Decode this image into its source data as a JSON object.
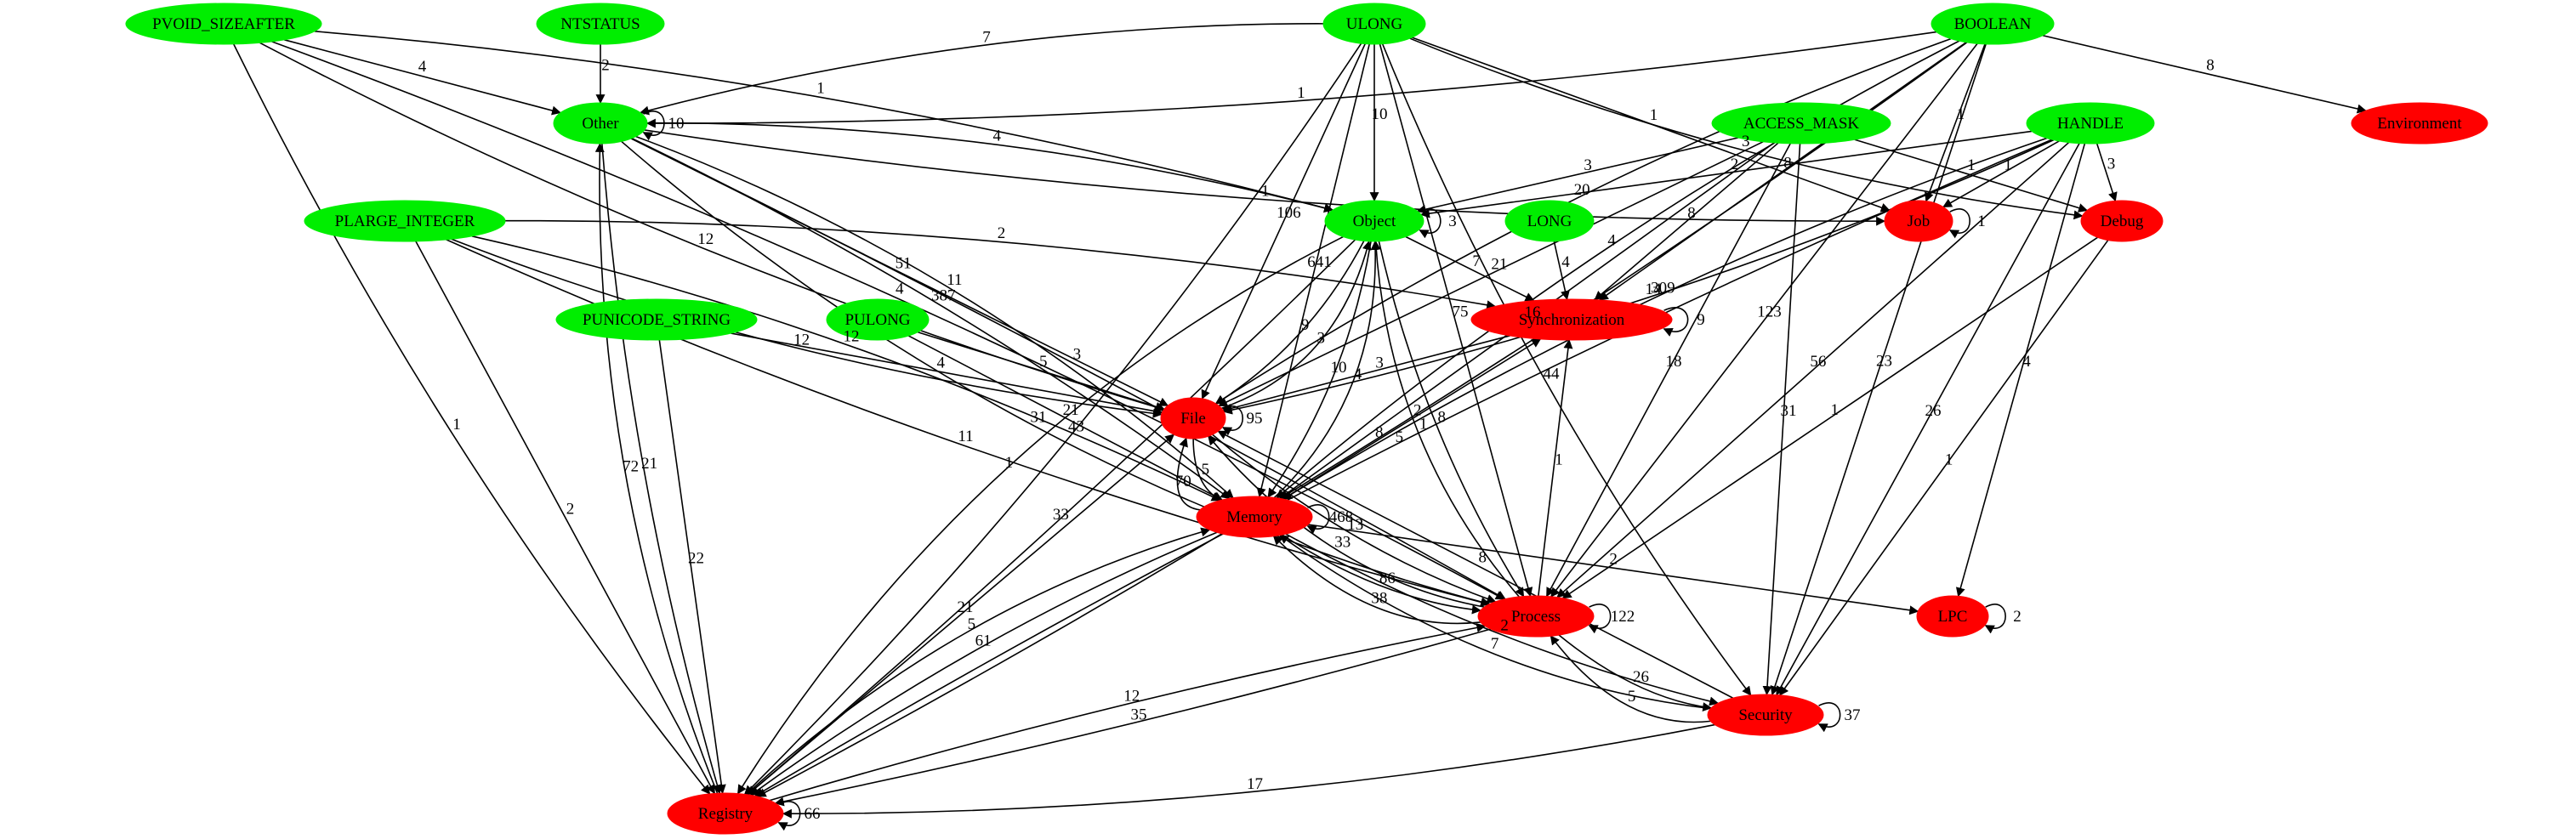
{
  "graph": {
    "colors": {
      "type_node": "#00ee00",
      "category_node": "#ff0000",
      "edge": "#000000"
    },
    "nodes": [
      {
        "id": "PVOID_SIZEAFTER",
        "label": "PVOID_SIZEAFTER",
        "kind": "type"
      },
      {
        "id": "NTSTATUS",
        "label": "NTSTATUS",
        "kind": "type"
      },
      {
        "id": "ULONG",
        "label": "ULONG",
        "kind": "type"
      },
      {
        "id": "BOOLEAN",
        "label": "BOOLEAN",
        "kind": "type"
      },
      {
        "id": "Other",
        "label": "Other",
        "kind": "type"
      },
      {
        "id": "Environment",
        "label": "Environment",
        "kind": "category"
      },
      {
        "id": "ACCESS_MASK",
        "label": "ACCESS_MASK",
        "kind": "type"
      },
      {
        "id": "HANDLE",
        "label": "HANDLE",
        "kind": "type"
      },
      {
        "id": "PLARGE_INTEGER",
        "label": "PLARGE_INTEGER",
        "kind": "type"
      },
      {
        "id": "Object",
        "label": "Object",
        "kind": "type"
      },
      {
        "id": "LONG",
        "label": "LONG",
        "kind": "type"
      },
      {
        "id": "Job",
        "label": "Job",
        "kind": "category"
      },
      {
        "id": "Debug",
        "label": "Debug",
        "kind": "category"
      },
      {
        "id": "PUNICODE_STRING",
        "label": "PUNICODE_STRING",
        "kind": "type"
      },
      {
        "id": "PULONG",
        "label": "PULONG",
        "kind": "type"
      },
      {
        "id": "Synchronization",
        "label": "Synchronization",
        "kind": "category"
      },
      {
        "id": "File",
        "label": "File",
        "kind": "category"
      },
      {
        "id": "Memory",
        "label": "Memory",
        "kind": "category"
      },
      {
        "id": "Process",
        "label": "Process",
        "kind": "category"
      },
      {
        "id": "LPC",
        "label": "LPC",
        "kind": "category"
      },
      {
        "id": "Security",
        "label": "Security",
        "kind": "category"
      },
      {
        "id": "Registry",
        "label": "Registry",
        "kind": "category"
      }
    ],
    "edges": [
      {
        "from": "PVOID_SIZEAFTER",
        "to": "Other",
        "label": "4"
      },
      {
        "from": "PVOID_SIZEAFTER",
        "to": "Object",
        "label": "1"
      },
      {
        "from": "PVOID_SIZEAFTER",
        "to": "File",
        "label": "12"
      },
      {
        "from": "PVOID_SIZEAFTER",
        "to": "Process",
        "label": "4"
      },
      {
        "from": "PVOID_SIZEAFTER",
        "to": "Registry",
        "label": "1"
      },
      {
        "from": "NTSTATUS",
        "to": "Other",
        "label": "2"
      },
      {
        "from": "ULONG",
        "to": "Other",
        "label": "7"
      },
      {
        "from": "ULONG",
        "to": "Object",
        "label": "10"
      },
      {
        "from": "ULONG",
        "to": "File",
        "label": "106"
      },
      {
        "from": "ULONG",
        "to": "Memory",
        "label": "641"
      },
      {
        "from": "ULONG",
        "to": "Process",
        "label": "75"
      },
      {
        "from": "ULONG",
        "to": "Job",
        "label": "1"
      },
      {
        "from": "ULONG",
        "to": "Debug",
        "label": "3"
      },
      {
        "from": "ULONG",
        "to": "Registry",
        "label": "43"
      },
      {
        "from": "ULONG",
        "to": "Security",
        "label": "44"
      },
      {
        "from": "BOOLEAN",
        "to": "Other",
        "label": "1"
      },
      {
        "from": "BOOLEAN",
        "to": "Environment",
        "label": "8"
      },
      {
        "from": "BOOLEAN",
        "to": "Job",
        "label": "1"
      },
      {
        "from": "BOOLEAN",
        "to": "File",
        "label": "20"
      },
      {
        "from": "BOOLEAN",
        "to": "Synchronization",
        "label": "8"
      },
      {
        "from": "BOOLEAN",
        "to": "Memory",
        "label": "4"
      },
      {
        "from": "BOOLEAN",
        "to": "Process",
        "label": "123"
      },
      {
        "from": "BOOLEAN",
        "to": "Security",
        "label": "23"
      },
      {
        "from": "BOOLEAN",
        "to": "Registry",
        "label": "8"
      },
      {
        "from": "Other",
        "to": "Other",
        "label": "10"
      },
      {
        "from": "Other",
        "to": "Object",
        "label": "4"
      },
      {
        "from": "Other",
        "to": "Job",
        "label": "1"
      },
      {
        "from": "Other",
        "to": "File",
        "label": "51"
      },
      {
        "from": "Other",
        "to": "Memory",
        "label": "387"
      },
      {
        "from": "Other",
        "to": "Process",
        "label": "3"
      },
      {
        "from": "Other",
        "to": "Process",
        "label": "31"
      },
      {
        "from": "Other",
        "to": "Memory",
        "label": "11"
      },
      {
        "from": "Other",
        "to": "Registry",
        "label": "21"
      },
      {
        "from": "ACCESS_MASK",
        "to": "Object",
        "label": "3"
      },
      {
        "from": "ACCESS_MASK",
        "to": "File",
        "label": "21"
      },
      {
        "from": "ACCESS_MASK",
        "to": "Synchronization",
        "label": "8"
      },
      {
        "from": "ACCESS_MASK",
        "to": "Memory",
        "label": "16"
      },
      {
        "from": "ACCESS_MASK",
        "to": "Process",
        "label": "18"
      },
      {
        "from": "ACCESS_MASK",
        "to": "Debug",
        "label": "1"
      },
      {
        "from": "ACCESS_MASK",
        "to": "Security",
        "label": "31"
      },
      {
        "from": "HANDLE",
        "to": "Object",
        "label": "2"
      },
      {
        "from": "HANDLE",
        "to": "Job",
        "label": "1"
      },
      {
        "from": "HANDLE",
        "to": "Debug",
        "label": "3"
      },
      {
        "from": "HANDLE",
        "to": "File",
        "label": "14"
      },
      {
        "from": "HANDLE",
        "to": "Memory",
        "label": "309"
      },
      {
        "from": "HANDLE",
        "to": "Process",
        "label": "56"
      },
      {
        "from": "HANDLE",
        "to": "LPC",
        "label": "4"
      },
      {
        "from": "HANDLE",
        "to": "Security",
        "label": "26"
      },
      {
        "from": "HANDLE",
        "to": "Registry",
        "label": "5"
      },
      {
        "from": "PLARGE_INTEGER",
        "to": "Synchronization",
        "label": "2"
      },
      {
        "from": "PLARGE_INTEGER",
        "to": "File",
        "label": "12"
      },
      {
        "from": "PLARGE_INTEGER",
        "to": "Memory",
        "label": "12"
      },
      {
        "from": "PLARGE_INTEGER",
        "to": "Process",
        "label": "11"
      },
      {
        "from": "PLARGE_INTEGER",
        "to": "Registry",
        "label": "2"
      },
      {
        "from": "Object",
        "to": "Object",
        "label": "3"
      },
      {
        "from": "Object",
        "to": "Synchronization",
        "label": "7"
      },
      {
        "from": "Object",
        "to": "File",
        "label": "9"
      },
      {
        "from": "Object",
        "to": "Memory",
        "label": "10"
      },
      {
        "from": "Object",
        "to": "Process",
        "label": "8"
      },
      {
        "from": "Object",
        "to": "Registry",
        "label": "33"
      },
      {
        "from": "Object",
        "to": "Registry",
        "label": "1"
      },
      {
        "from": "File",
        "to": "Object",
        "label": "3"
      },
      {
        "from": "Memory",
        "to": "Object",
        "label": "4"
      },
      {
        "from": "Process",
        "to": "Object",
        "label": "1"
      },
      {
        "from": "LONG",
        "to": "Synchronization",
        "label": "4"
      },
      {
        "from": "Job",
        "to": "Job",
        "label": "1"
      },
      {
        "from": "Debug",
        "to": "Process",
        "label": "1"
      },
      {
        "from": "Debug",
        "to": "Security",
        "label": "1"
      },
      {
        "from": "PUNICODE_STRING",
        "to": "File",
        "label": "4"
      },
      {
        "from": "PUNICODE_STRING",
        "to": "Registry",
        "label": "22"
      },
      {
        "from": "PULONG",
        "to": "File",
        "label": "5"
      },
      {
        "from": "PULONG",
        "to": "Memory",
        "label": "21"
      },
      {
        "from": "Synchronization",
        "to": "Synchronization",
        "label": "9"
      },
      {
        "from": "Synchronization",
        "to": "File",
        "label": "3"
      },
      {
        "from": "Memory",
        "to": "Synchronization",
        "label": "2"
      },
      {
        "from": "Process",
        "to": "Synchronization",
        "label": "1"
      },
      {
        "from": "File",
        "to": "File",
        "label": "95"
      },
      {
        "from": "File",
        "to": "Memory",
        "label": "5"
      },
      {
        "from": "Memory",
        "to": "File",
        "label": "70"
      },
      {
        "from": "File",
        "to": "Process",
        "label": "13"
      },
      {
        "from": "Process",
        "to": "File",
        "label": "33"
      },
      {
        "from": "Memory",
        "to": "Memory",
        "label": "468"
      },
      {
        "from": "Memory",
        "to": "Process",
        "label": "86"
      },
      {
        "from": "Process",
        "to": "Memory",
        "label": "38"
      },
      {
        "from": "Memory",
        "to": "LPC",
        "label": "2"
      },
      {
        "from": "Memory",
        "to": "Security",
        "label": "2"
      },
      {
        "from": "Security",
        "to": "Memory",
        "label": "7"
      },
      {
        "from": "Memory",
        "to": "Registry",
        "label": "61"
      },
      {
        "from": "Registry",
        "to": "Memory",
        "label": "5"
      },
      {
        "from": "Process",
        "to": "Process",
        "label": "122"
      },
      {
        "from": "Process",
        "to": "Security",
        "label": "26"
      },
      {
        "from": "Security",
        "to": "Process",
        "label": "5"
      },
      {
        "from": "Security",
        "to": "File",
        "label": "8"
      },
      {
        "from": "Process",
        "to": "Registry",
        "label": "35"
      },
      {
        "from": "Registry",
        "to": "Process",
        "label": "12"
      },
      {
        "from": "LPC",
        "to": "LPC",
        "label": "2"
      },
      {
        "from": "Security",
        "to": "Security",
        "label": "37"
      },
      {
        "from": "Security",
        "to": "Registry",
        "label": "17"
      },
      {
        "from": "Registry",
        "to": "Registry",
        "label": "66"
      },
      {
        "from": "Registry",
        "to": "File",
        "label": "21"
      },
      {
        "from": "Registry",
        "to": "Other",
        "label": "72"
      }
    ]
  }
}
